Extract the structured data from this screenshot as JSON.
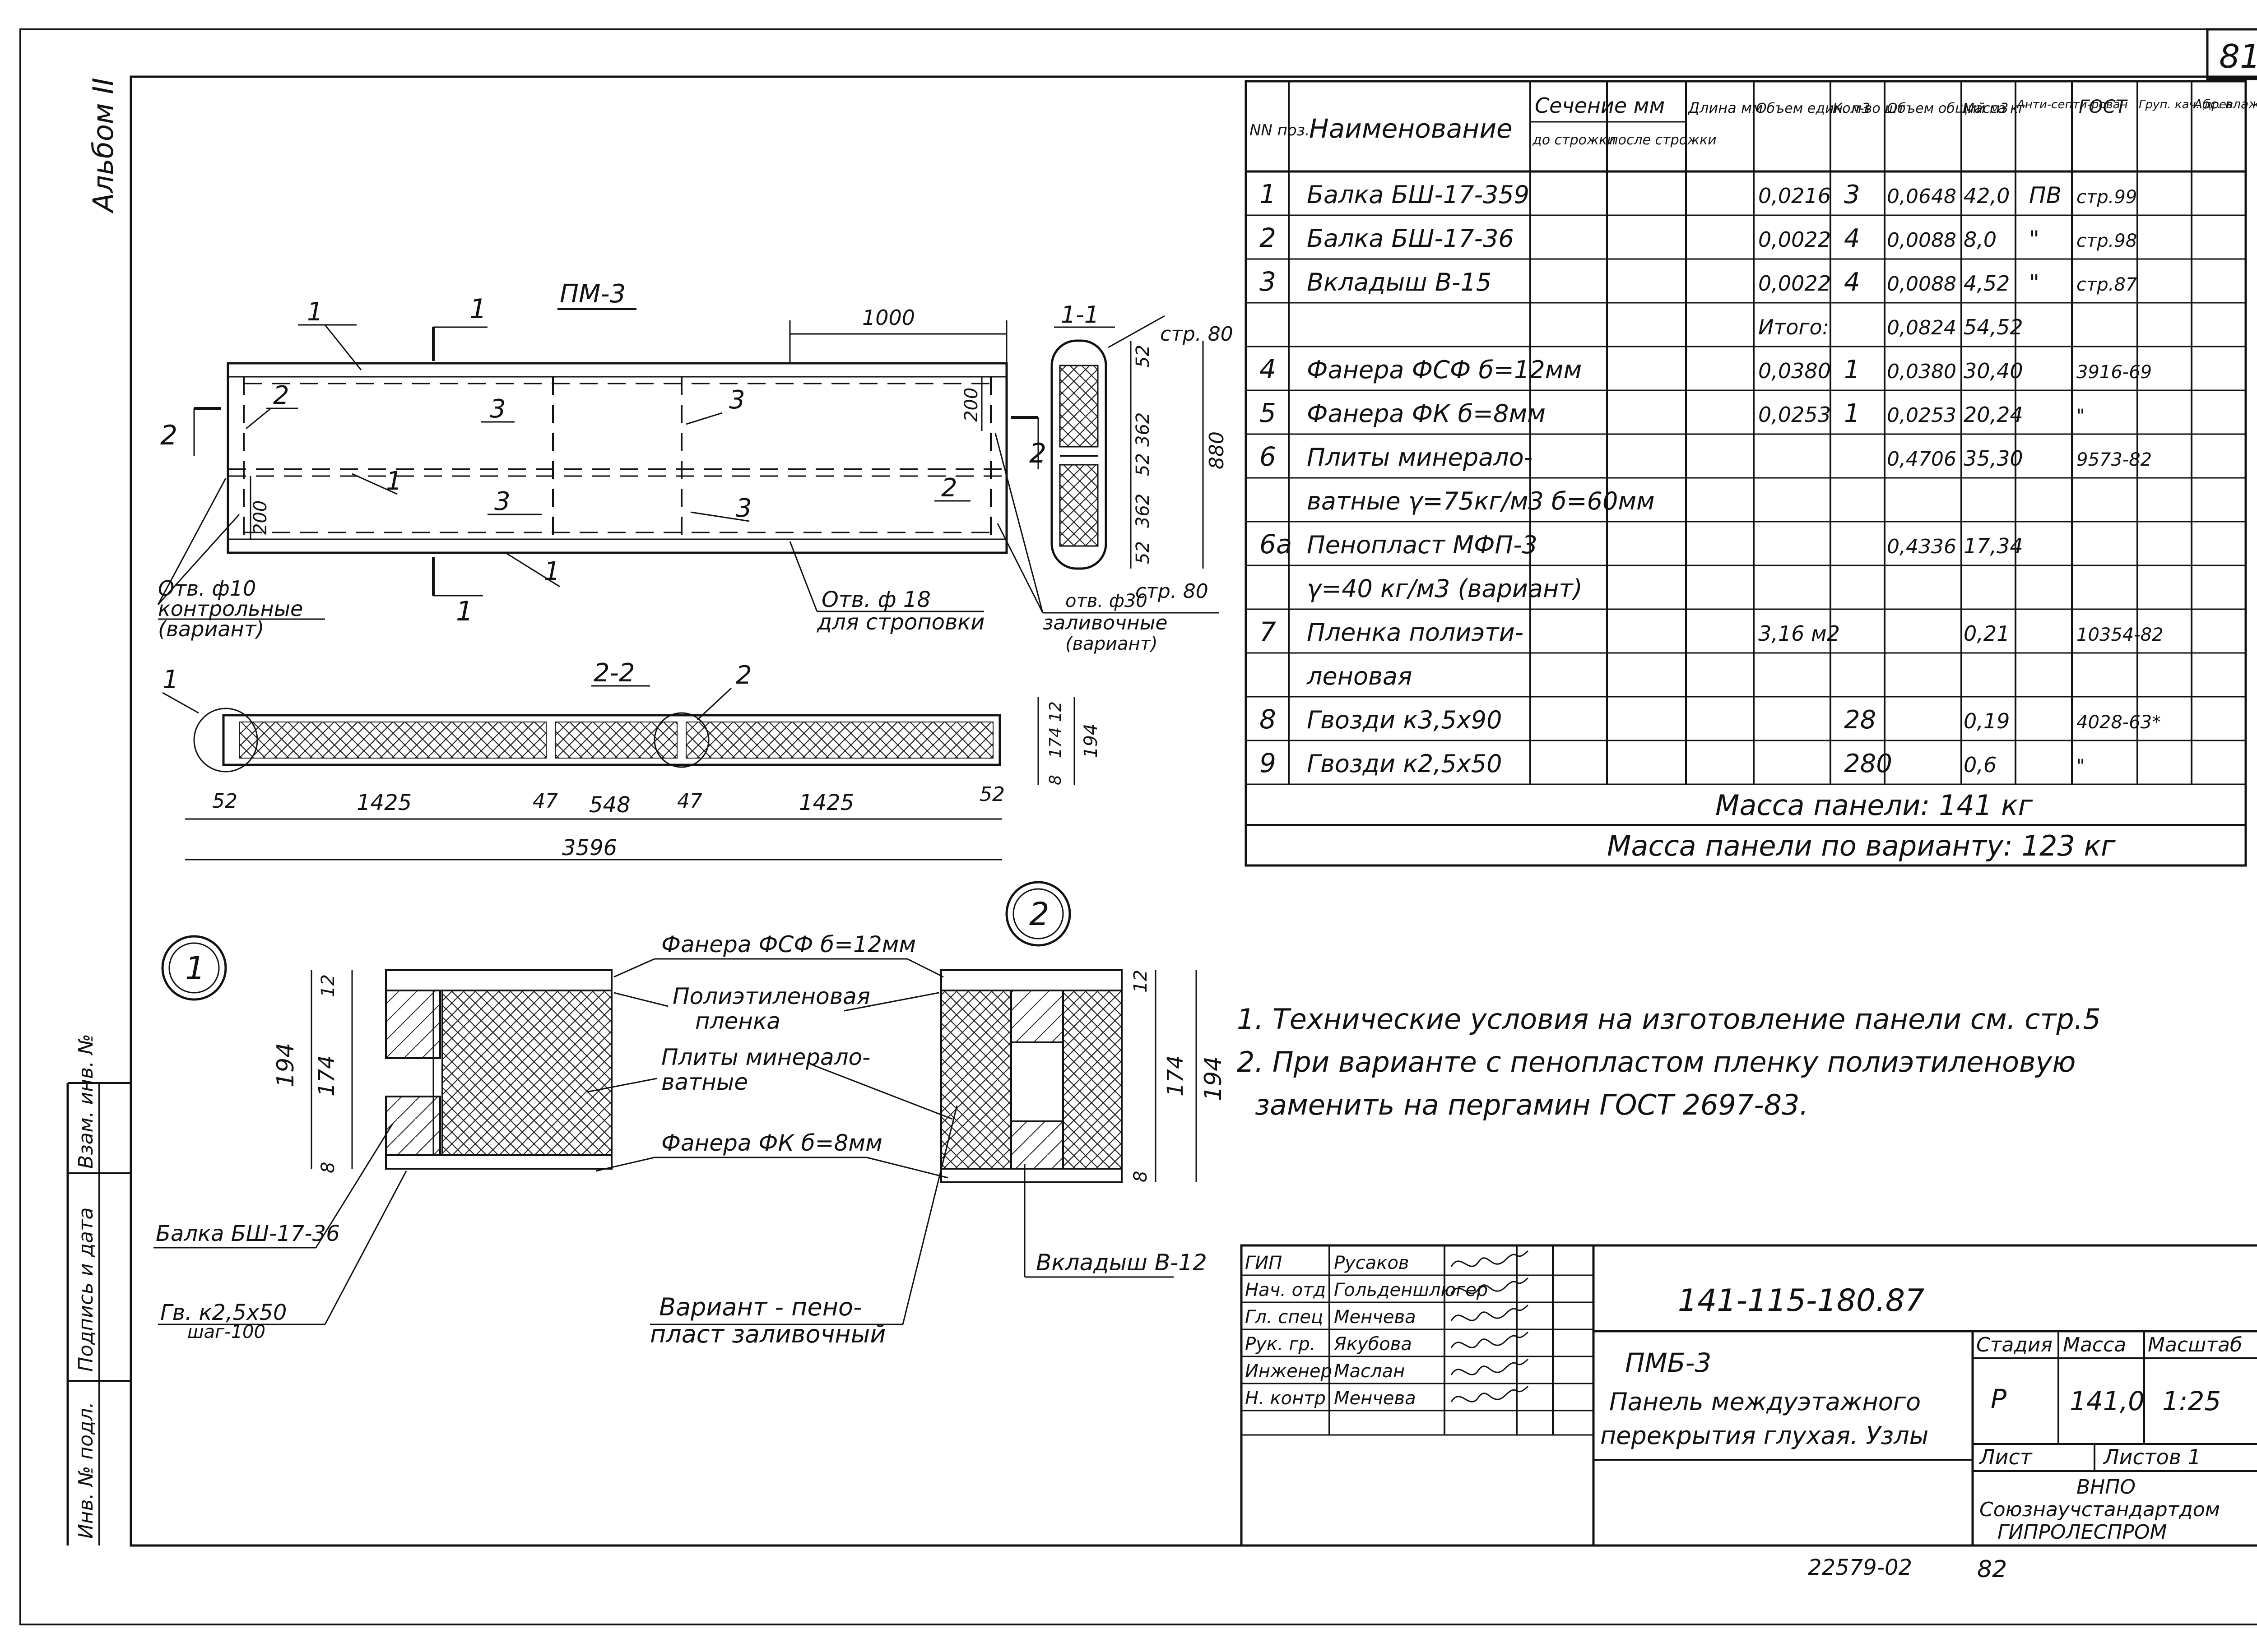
{
  "sheet": {
    "page_number": "81",
    "album_label": "Альбом II",
    "side_stamp": [
      "Инв. № подл.",
      "Подпись и дата",
      "Взам. инв. №"
    ],
    "drawing_code": "141-115-180.87",
    "archive_number": "22579-02",
    "second_page_number": "82"
  },
  "plan": {
    "title": "ПМ-3",
    "dim_1000": "1000",
    "dim_200_top": "200",
    "dim_200_bottom": "200",
    "labels": {
      "n1": "1",
      "n2": "2",
      "n3": "3"
    },
    "section_mark_1": "1",
    "section_mark_2": "2",
    "hole_left": "Отв. ф10",
    "hole_left_2": "контрольные",
    "hole_left_3": "(вариант)",
    "hole_mid": "Отв. ф 18",
    "hole_mid_2": "для строповки",
    "hole_right": "отв. ф30",
    "hole_right_2": "заливочные",
    "hole_right_3": "(вариант)"
  },
  "section11": {
    "title": "1-1",
    "ref_top": "стр. 80",
    "ref_bottom": "стр. 80",
    "dims": [
      "52",
      "362",
      "52",
      "362",
      "52"
    ],
    "total": "880"
  },
  "section22": {
    "title": "2-2",
    "label_1": "1",
    "label_2": "2",
    "dims_h": [
      "52",
      "1425",
      "47",
      "548",
      "47",
      "1425",
      "52"
    ],
    "total": "3596",
    "dims_v": [
      "12",
      "174",
      "8"
    ],
    "total_v": "194"
  },
  "node1": {
    "number": "1",
    "dims_v": [
      "12",
      "174",
      "8"
    ],
    "total": "194",
    "label_balk": "Балка БШ-17-36",
    "label_nail": "Гв. к2,5х50",
    "label_nail_2": "шаг-100"
  },
  "node2": {
    "number": "2",
    "dims_v": [
      "12",
      "174",
      "8"
    ],
    "total": "194",
    "label_insert": "Вкладыш В-12"
  },
  "callouts": {
    "fsf": "Фанера ФСФ б=12мм",
    "film": "Полиэтиленовая",
    "film_2": "пленка",
    "plates": "Плиты минерало-",
    "plates_2": "ватные",
    "fk": "Фанера ФК б=8мм",
    "variant": "Вариант - пено-",
    "variant_2": "пласт заливочный"
  },
  "spec_table": {
    "headers": {
      "nn": "NN поз.",
      "name": "Наименование",
      "section": "Сечение мм",
      "sec_before": "до строжки",
      "sec_after": "после строжки",
      "length": "Длина мм",
      "vol_unit": "Объем един. м3",
      "qty": "Кол-во шт",
      "vol_total": "Объем общий м3",
      "mass": "Масса кг",
      "antisept": "Анти-септи-рован",
      "gost": "ГОСТ",
      "group": "Груп. кач. древ",
      "humidity": "Абс. влаж. %"
    },
    "rows": [
      {
        "pos": "1",
        "name": "Балка БШ-17-359",
        "vol_unit": "0,0216",
        "qty": "3",
        "vol_total": "0,0648",
        "mass": "42,0",
        "antisept": "ПВ",
        "gost": "стр.99"
      },
      {
        "pos": "2",
        "name": "Балка БШ-17-36",
        "vol_unit": "0,0022",
        "qty": "4",
        "vol_total": "0,0088",
        "mass": "8,0",
        "antisept": "\"",
        "gost": "стр.98"
      },
      {
        "pos": "3",
        "name": "Вкладыш В-15",
        "vol_unit": "0,0022",
        "qty": "4",
        "vol_total": "0,0088",
        "mass": "4,52",
        "antisept": "\"",
        "gost": "стр.87"
      },
      {
        "pos": "",
        "name": "",
        "vol_unit": "Итого:",
        "qty": "",
        "vol_total": "0,0824",
        "mass": "54,52",
        "antisept": "",
        "gost": ""
      },
      {
        "pos": "4",
        "name": "Фанера ФСФ б=12мм",
        "vol_unit": "0,0380",
        "qty": "1",
        "vol_total": "0,0380",
        "mass": "30,40",
        "antisept": "",
        "gost": "3916-69"
      },
      {
        "pos": "5",
        "name": "Фанера ФК б=8мм",
        "vol_unit": "0,0253",
        "qty": "1",
        "vol_total": "0,0253",
        "mass": "20,24",
        "antisept": "",
        "gost": "\""
      },
      {
        "pos": "6",
        "name": "Плиты минерало-",
        "vol_unit": "",
        "qty": "",
        "vol_total": "0,4706",
        "mass": "35,30",
        "antisept": "",
        "gost": "9573-82"
      },
      {
        "pos": "",
        "name": "ватные γ=75кг/м3 б=60мм",
        "vol_unit": "",
        "qty": "",
        "vol_total": "",
        "mass": "",
        "antisept": "",
        "gost": ""
      },
      {
        "pos": "6а",
        "name": "Пенопласт МФП-3",
        "vol_unit": "",
        "qty": "",
        "vol_total": "0,4336",
        "mass": "17,34",
        "antisept": "",
        "gost": ""
      },
      {
        "pos": "",
        "name": "γ=40 кг/м3 (вариант)",
        "vol_unit": "",
        "qty": "",
        "vol_total": "",
        "mass": "",
        "antisept": "",
        "gost": ""
      },
      {
        "pos": "7",
        "name": "Пленка полиэти-",
        "vol_unit": "3,16 м2",
        "qty": "",
        "vol_total": "",
        "mass": "0,21",
        "antisept": "",
        "gost": "10354-82"
      },
      {
        "pos": "",
        "name": "леновая",
        "vol_unit": "",
        "qty": "",
        "vol_total": "",
        "mass": "",
        "antisept": "",
        "gost": ""
      },
      {
        "pos": "8",
        "name": "Гвозди к3,5х90",
        "vol_unit": "",
        "qty": "28",
        "vol_total": "",
        "mass": "0,19",
        "antisept": "",
        "gost": "4028-63*"
      },
      {
        "pos": "9",
        "name": "Гвозди к2,5х50",
        "vol_unit": "",
        "qty": "280",
        "vol_total": "",
        "mass": "0,6",
        "antisept": "",
        "gost": "\""
      }
    ],
    "mass_panel": "Масса панели:   141 кг",
    "mass_variant": "Масса панели по варианту: 123 кг"
  },
  "notes": [
    "1. Технические условия  на изготовление панели см. стр.5",
    "2. При  варианте  с  пенопластом  пленку полиэтиленовую",
    "заменить  на  пергамин  ГОСТ 2697-83."
  ],
  "title_block": {
    "roles": [
      {
        "role": "ГИП",
        "name": "Русаков"
      },
      {
        "role": "Нач. отд",
        "name": "Гольденшлюгер"
      },
      {
        "role": "Гл. спец",
        "name": "Менчева"
      },
      {
        "role": "Рук. гр.",
        "name": "Якубова"
      },
      {
        "role": "Инженер",
        "name": "Маслан"
      },
      {
        "role": "Н. контр",
        "name": "Менчева"
      }
    ],
    "code": "141-115-180.87",
    "product_code": "ПМБ-3",
    "product_name": "Панель междуэтажного",
    "product_name_2": "перекрытия глухая. Узлы",
    "stage_h": "Стадия",
    "mass_h": "Масса",
    "scale_h": "Масштаб",
    "stage": "Р",
    "mass": "141,0",
    "scale": "1:25",
    "sheet_h": "Лист",
    "sheets_h": "Листов 1",
    "org_1": "ВНПО",
    "org_2": "Союзнаучстандартдом",
    "org_3": "ГИПРОЛЕСПРОМ"
  }
}
